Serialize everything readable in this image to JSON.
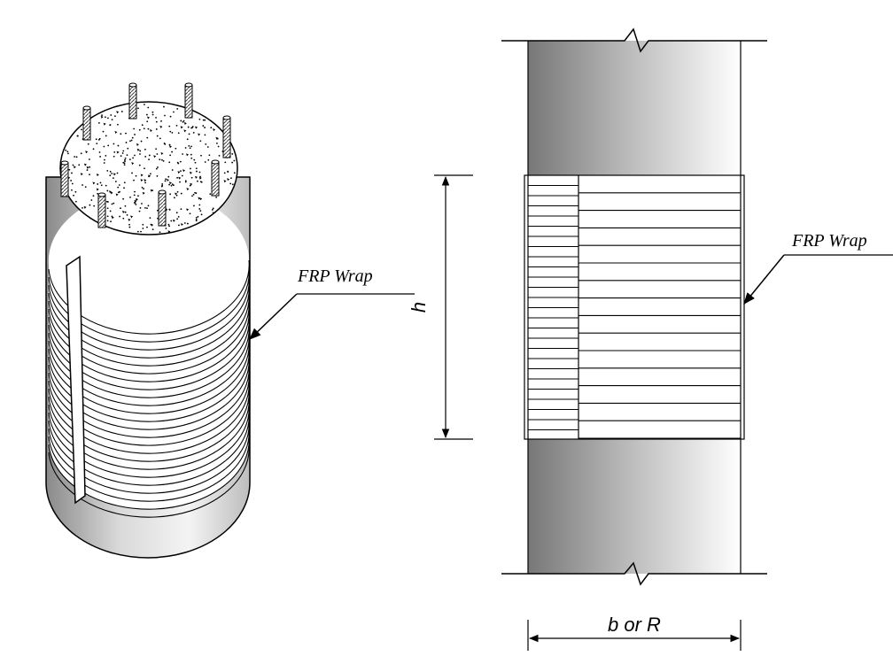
{
  "left_figure": {
    "wrap_label": "FRP Wrap"
  },
  "right_figure": {
    "wrap_label": "FRP Wrap",
    "height_label": "h",
    "width_label": "b or R"
  },
  "colors": {
    "line": "#000000",
    "concrete_dark": "#7a7a7a",
    "concrete_light": "#ffffff",
    "bar_hatch": "#555555"
  }
}
